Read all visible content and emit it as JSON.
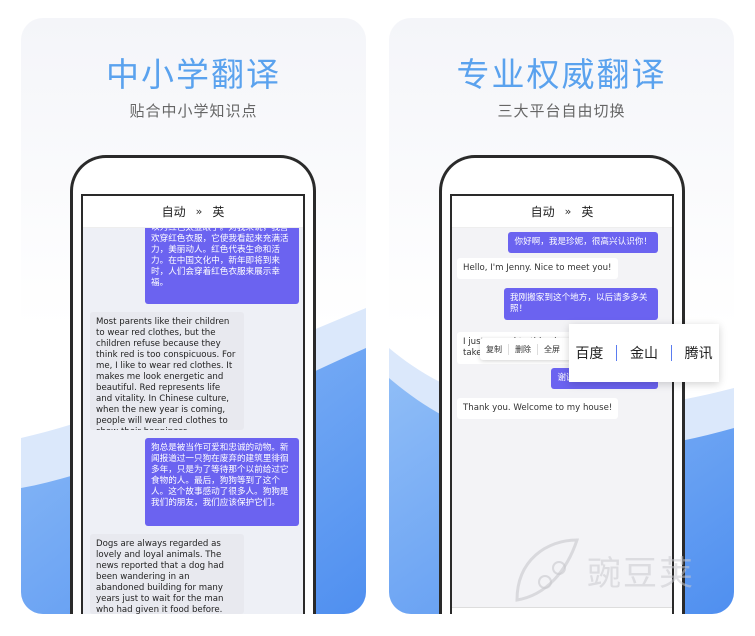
{
  "left_card": {
    "headline": "中小学翻译",
    "subline": "贴合中小学知识点",
    "lang_bar": {
      "from": "自动",
      "to": "英"
    },
    "messages": [
      {
        "dir": "out",
        "text": "以为红色太显眼了。对我来说，我喜欢穿红色衣服，它使我看起来充满活力，美丽动人。红色代表生命和活力。在中国文化中，新年即将到来时，人们会穿着红色衣服来展示幸福。"
      },
      {
        "dir": "in",
        "text": "Most parents like their children to wear red clothes, but the children refuse because they think red is too conspicuous. For me, I like to wear red clothes. It makes me look energetic and beautiful. Red represents life and vitality. In Chinese culture, when the new year is coming, people will wear red clothes to show their happiness."
      },
      {
        "dir": "out",
        "text": "狗总是被当作可爱和忠诚的动物。新闻报道过一只狗在废弃的建筑里徘徊多年，只是为了等待那个以前给过它食物的人。最后，狗狗等到了这个人。这个故事感动了很多人。狗狗是我们的朋友，我们应该保护它们。"
      },
      {
        "dir": "in",
        "text": "Dogs are always regarded as lovely and loyal animals. The news reported that a dog had been wandering in an abandoned building for many years just to wait for the man who had given it food before. Finally, the dog"
      }
    ]
  },
  "right_card": {
    "headline": "专业权威翻译",
    "subline": "三大平台自由切换",
    "lang_bar": {
      "from": "自动",
      "to": "英"
    },
    "messages": [
      {
        "dir": "out",
        "text": "你好啊，我是珍妮，很高兴认识你！"
      },
      {
        "dir": "in",
        "text": "Hello, I'm Jenny. Nice to meet you!"
      },
      {
        "dir": "out",
        "text": "我刚搬家到这个地方，以后请多多关照！"
      },
      {
        "dir": "in",
        "text": "I just moved to this place, please take care of me in the future!"
      },
      {
        "dir": "out",
        "text": "谢谢，欢迎来我家做客！"
      },
      {
        "dir": "in",
        "text": "Thank you. Welcome to my house!"
      }
    ],
    "context_menu": [
      "复制",
      "删除",
      "全屏"
    ],
    "engines": [
      "百度",
      "金山",
      "腾讯"
    ]
  },
  "watermark": {
    "text": "豌豆荚"
  },
  "colors": {
    "headline": "#5aa2ee",
    "bubble_out": "#6b63f0",
    "wave": "#5b9bf0"
  }
}
